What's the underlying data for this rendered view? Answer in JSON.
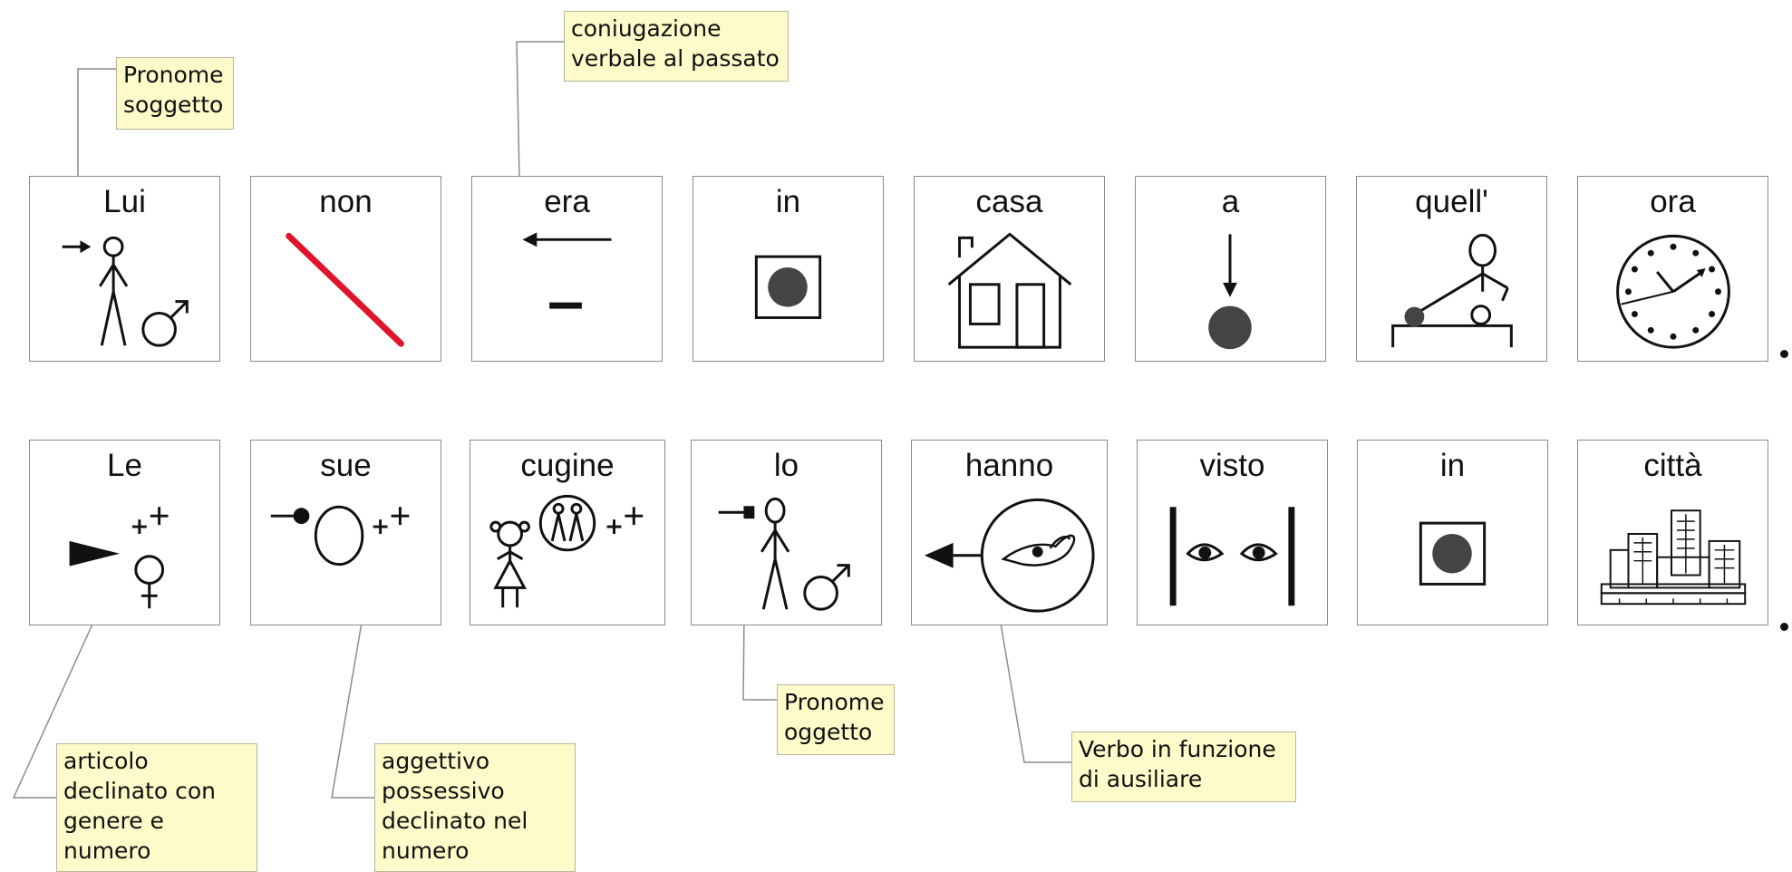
{
  "row1": {
    "words": [
      "Lui",
      "non",
      "era",
      "in",
      "casa",
      "a",
      "quell'",
      "ora"
    ],
    "end_mark": "."
  },
  "row2": {
    "words": [
      "Le",
      "sue",
      "cugine",
      "lo",
      "hanno",
      "visto",
      "in",
      "città"
    ],
    "end_mark": "."
  },
  "notes": {
    "subject_pronoun": "Pronome\nsoggetto",
    "past_tense": "coniugazione\nverbale al passato",
    "article": "articolo\ndeclinato con\ngenere e\nnumero",
    "possessive": "aggettivo\npossessivo\ndeclinato nel\nnumero",
    "object_pronoun": "Pronome\noggetto",
    "auxiliary": "Verbo in funzione\ndi ausiliare"
  },
  "symbols": {
    "row1": [
      "man-with-arrow-icon",
      "red-slash-negation-icon",
      "past-arrow-icon",
      "inside-dot-icon",
      "house-icon",
      "down-arrow-to-point-icon",
      "pointing-person-icon",
      "clock-icon"
    ],
    "row2": [
      "article-female-plural-icon",
      "possessive-plural-icon",
      "girls-group-icon",
      "object-pronoun-man-icon",
      "receive-hand-icon",
      "eyes-between-bars-icon",
      "inside-dot-icon",
      "city-buildings-icon"
    ]
  },
  "colors": {
    "note_fill": "#fdfbc9",
    "negation_red": "#e0142a",
    "symbol_fill": "#444444"
  }
}
